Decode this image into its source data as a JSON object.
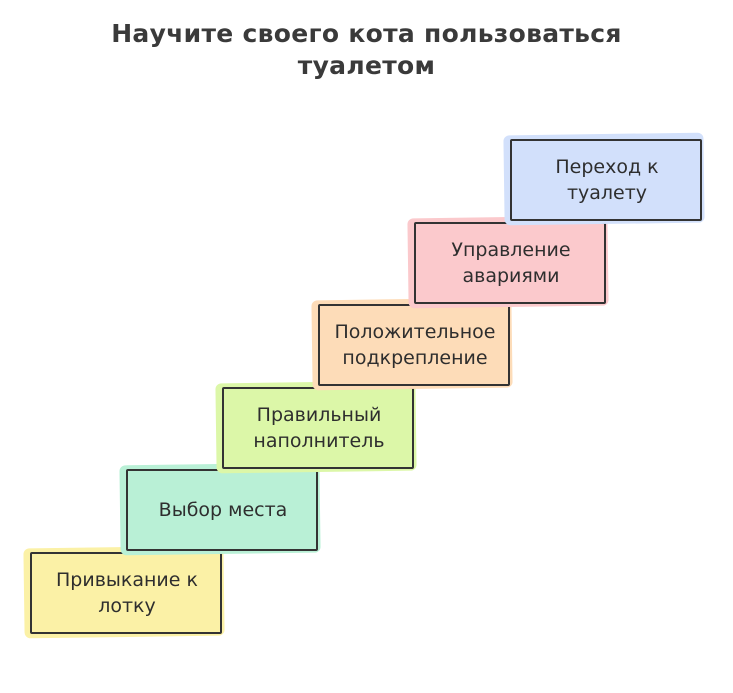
{
  "title": "Научите своего кота пользоваться туалетом",
  "steps": [
    {
      "label": "Привыкание к лотку",
      "color": "#fbf1a6"
    },
    {
      "label": "Выбор места",
      "color": "#b9f0d6"
    },
    {
      "label": "Правильный наполнитель",
      "color": "#dcf7a8"
    },
    {
      "label": "Положительное подкрепление",
      "color": "#fddcb8"
    },
    {
      "label": "Управление авариями",
      "color": "#fbc9cc"
    },
    {
      "label": "Переход к туалету",
      "color": "#d2e0fb"
    }
  ]
}
